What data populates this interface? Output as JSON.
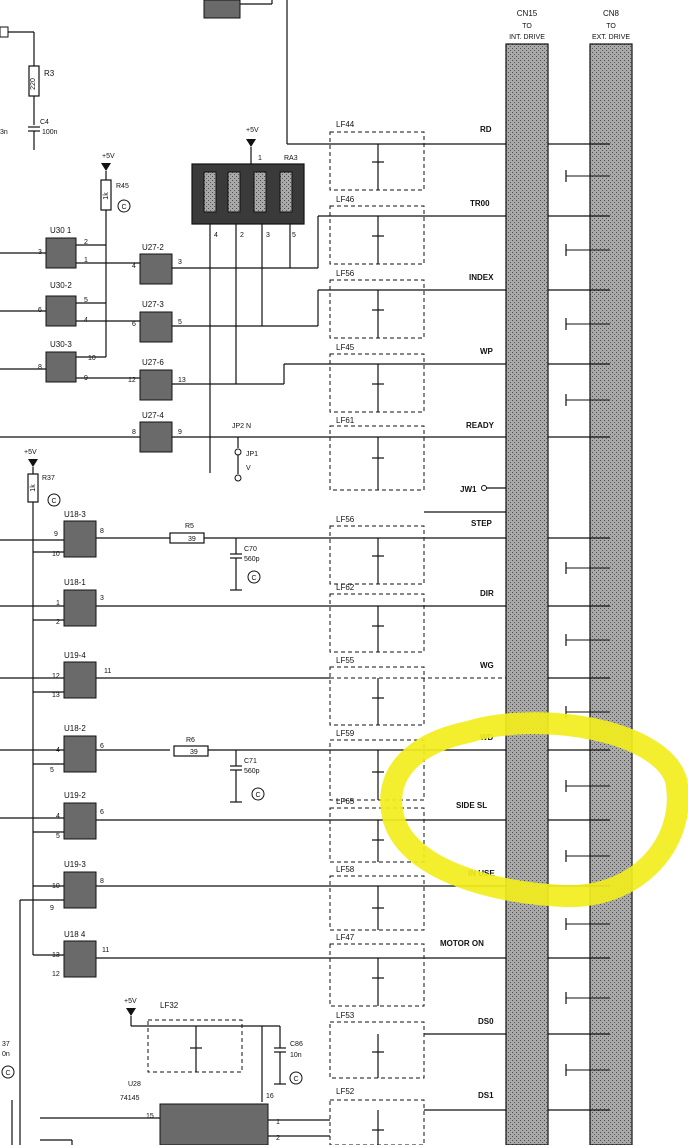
{
  "connectors": {
    "left": {
      "name": "CN15",
      "to": "TO",
      "desc": "INT. DRIVE"
    },
    "right": {
      "name": "CN8",
      "to": "TO",
      "desc": "EXT. DRIVE"
    }
  },
  "power": {
    "label": "+5V"
  },
  "resistors": {
    "r3": {
      "ref": "R3",
      "value": "220"
    },
    "r45": {
      "ref": "R45",
      "value": "1k"
    },
    "r37": {
      "ref": "R37",
      "value": "1k"
    },
    "r5": {
      "ref": "R5",
      "value": "39"
    },
    "r6": {
      "ref": "R6",
      "value": "39"
    },
    "ra3": {
      "ref": "RA3"
    }
  },
  "capacitors": {
    "c4": {
      "ref": "C4",
      "value": "100n"
    },
    "c70": {
      "ref": "C70",
      "value": "560p"
    },
    "c71": {
      "ref": "C71",
      "value": "560p"
    },
    "c86": {
      "ref": "C86",
      "value": "10n"
    },
    "c87": {
      "ref": "37",
      "value": "0n"
    },
    "cfrag": {
      "value": "3n"
    }
  },
  "gates": [
    {
      "id": "u30-1",
      "label": "U30 1",
      "in": "3",
      "out": "1",
      "p2": "2"
    },
    {
      "id": "u30-2",
      "label": "U30-2",
      "in": "5",
      "out": "4",
      "p2": "6"
    },
    {
      "id": "u30-3",
      "label": "U30-3",
      "in": "8",
      "out": "9",
      "p2": "10"
    },
    {
      "id": "u27-2",
      "label": "U27-2",
      "in": "4",
      "out": "3"
    },
    {
      "id": "u27-3",
      "label": "U27-3",
      "in": "6",
      "out": "5"
    },
    {
      "id": "u27-6",
      "label": "U27-6",
      "in": "12",
      "out": "13"
    },
    {
      "id": "u27-4",
      "label": "U27-4",
      "in": "8",
      "out": "9"
    },
    {
      "id": "u18-3",
      "label": "U18-3",
      "in": "9",
      "in2": "10",
      "out": "8"
    },
    {
      "id": "u18-1",
      "label": "U18-1",
      "in": "1",
      "in2": "2",
      "out": "3"
    },
    {
      "id": "u19-4",
      "label": "U19-4",
      "in": "12",
      "in2": "13",
      "out": "11"
    },
    {
      "id": "u18-2",
      "label": "U18-2",
      "in": "4",
      "in2": "5",
      "out": "6"
    },
    {
      "id": "u19-2",
      "label": "U19-2",
      "in": "4",
      "in2": "5",
      "out": "6"
    },
    {
      "id": "u19-3",
      "label": "U19-3",
      "in": "10",
      "in2": "9",
      "out": "8"
    },
    {
      "id": "u18-4",
      "label": "U18 4",
      "in": "13",
      "in2": "12",
      "out": "11"
    }
  ],
  "ra3_pins": [
    "4",
    "2",
    "3",
    "5"
  ],
  "ra3_pin1": "1",
  "jumper": {
    "label": "JP2 N",
    "ref": "JP1",
    "v": "V"
  },
  "filters": [
    "LF44",
    "LF46",
    "LF56",
    "LF45",
    "LF61",
    "LF56",
    "LF62",
    "LF55",
    "LF59",
    "LF65",
    "LF58",
    "LF47",
    "LF53",
    "LF52",
    "LF32"
  ],
  "signals": [
    "RD",
    "TR00",
    "INDEX",
    "WP",
    "READY",
    "JW1",
    "STEP",
    "DIR",
    "WG",
    "WD",
    "SIDE SL",
    "IN USE",
    "MOTOR ON",
    "DS0",
    "DS1"
  ],
  "ic": {
    "ref": "U28",
    "part": "74145",
    "pin_a": "16",
    "pin_b": "15",
    "pin_c": "1",
    "pin_d": "2"
  },
  "highlight": {
    "color": "#f2ee1c"
  }
}
